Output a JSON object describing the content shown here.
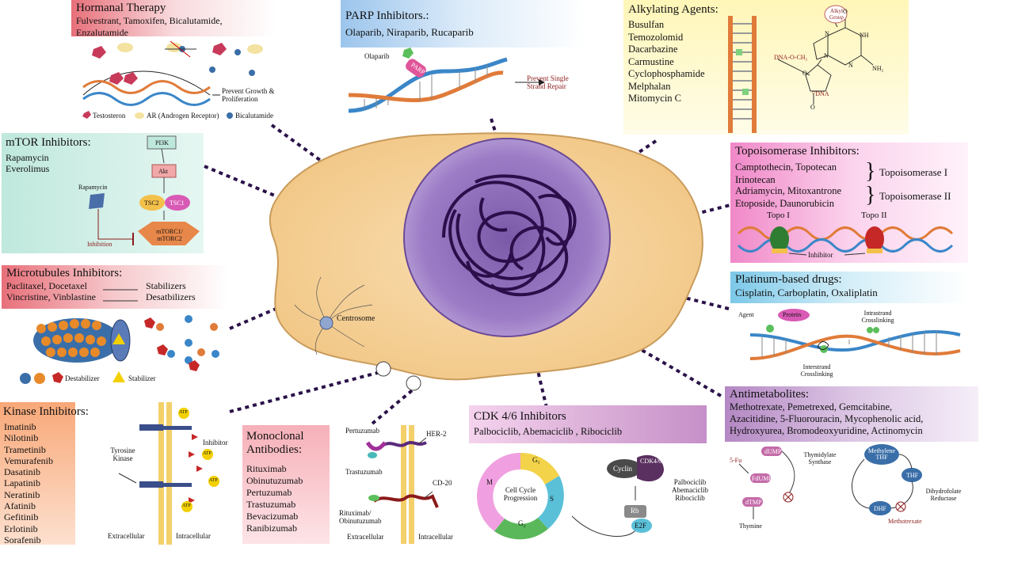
{
  "hormonal": {
    "title": "Hormanal Therapy",
    "drugs": "Fulvestrant, Tamoxifen, Bicalutamide, Enzalutamide",
    "outcome": "Prevent Growth & Proliferation",
    "legend": [
      "Testosteron",
      "AR (Androgen Receptor)",
      "Bicalutamide"
    ]
  },
  "parp": {
    "title": "PARP Inhibitors.:",
    "drugs": "Olaparib, Niraparib, Rucaparib",
    "drug_label": "Olaparib",
    "enzyme": "PARP",
    "outcome": "Prevent Single Strand Repair"
  },
  "alkylating": {
    "title": "Alkylating Agents:",
    "drugs": [
      "Busulfan",
      "Temozolomid",
      "Dacarbazine",
      "Carmustine",
      "Cyclophosphamide",
      "Melphalan",
      "Mitomycin C"
    ],
    "group_label": "Alkyl Group",
    "dna1": "DNA-O-CH₂",
    "dna2": "⁵'DNA",
    "atoms": [
      "N",
      "N",
      "NH",
      "N",
      "NH₂",
      "O",
      "O",
      "O"
    ]
  },
  "mtor": {
    "title": "mTOR Inhibitors:",
    "drugs": [
      "Rapamycin",
      "Everolimus"
    ],
    "nodes": [
      "PI3K",
      "Akt",
      "TSC2",
      "TSC1",
      "mTORC1/ mTORC2"
    ],
    "drug_label": "Rapamycin",
    "inhibition": "Inhibition"
  },
  "topo": {
    "title": "Topoisomerase Inhibitors:",
    "group1_drugs": [
      "Camptothecin, Topotecan",
      "Irinotecan"
    ],
    "group1_label": "Topoisomerase I",
    "group2_drugs": [
      "Adriamycin, Mitoxantrone",
      "Etoposide, Daunorubicin"
    ],
    "group2_label": "Topoisomerase II",
    "topo1": "Topo I",
    "topo2": "Topo II",
    "inhibitor": "Inhibitor"
  },
  "micro": {
    "title": "Microtubules Inhibitors:",
    "row1_drugs": "Paclitaxel, Docetaxel",
    "row1_effect": "Stabilizers",
    "row2_drugs": "Vincristine, Vinblastine",
    "row2_effect": "Desatbilizers",
    "legend_destabilizer": "Destabilizer",
    "legend_stabilizer": "Stabilizer"
  },
  "platinum": {
    "title": "Platinum-based drugs:",
    "drugs": "Cisplatin, Carboplatin, Oxaliplatin",
    "agent": "Agent",
    "protein": "Protein",
    "intrastrand": "Intrastrand Crosslinking",
    "interstrand": "Interstrand Crosslinking"
  },
  "cell": {
    "centrosome": "Centrosome"
  },
  "kinase": {
    "title": "Kinase Inhibitors:",
    "drugs": [
      "Imatinib",
      "Nilotinib",
      "Trametinib",
      "Vemurafenib",
      "Dasatinib",
      "Lapatinib",
      "Neratinib",
      "Afatinib",
      "Gefitinib",
      "Erlotinib",
      "Sorafenib"
    ],
    "receptor": "Tyrosine Kinase",
    "inhibitor": "Inhibitor",
    "atp": "ATP",
    "extracellular": "Extracellular",
    "intracellular": "Intracellular"
  },
  "mab": {
    "title": "Monoclonal Antibodies:",
    "drugs": [
      "Rituximab",
      "Obinutuzumab",
      "Pertuzumab",
      "Trastuzumab",
      "Bevacizumab",
      "Ranibizumab"
    ],
    "pertuzumab": "Pertuzumab",
    "trastuzumab": "Trastuzumab",
    "her2": "HER-2",
    "cd20": "CD-20",
    "rituximab": "Rituximab/ Obinutuzumab",
    "extracellular": "Extracellular",
    "intracellular": "Intracellular"
  },
  "cdk": {
    "title": "CDK 4/6 Inhibitors",
    "drugs": "Palbociclib, Abemaciclib , Ribociclib",
    "cycle_label": "Cell Cycle Progression",
    "phases": [
      "G₁",
      "S",
      "G₂",
      "M"
    ],
    "complex": [
      "Cyclin",
      "CDK4/6",
      "Rb",
      "E2F"
    ],
    "inhibitors": "Palbociclib Abemaciclib Ribociclib"
  },
  "antimet": {
    "title": "Antimetabolites:",
    "drugs": [
      "Methotrexate, Pemetrexed, Gemcitabine,",
      "Azacitidine, 5-Fluorouracin,  Mycophenolic acid,",
      "Hydroxyurea, Bromodeoxyuridine, Actinomycin"
    ],
    "fu": "5-Fu",
    "fdump": "FdUMP",
    "dump": "dUMP",
    "dtmp": "dTMP",
    "thymine": "Thymine",
    "ts": "Thymidylate Synthase",
    "mthf": "Methylene THF",
    "thf": "THF",
    "dhf": "DHF",
    "dhfr": "Dihydrofolate Reductase",
    "mtx": "Methotrexate"
  }
}
